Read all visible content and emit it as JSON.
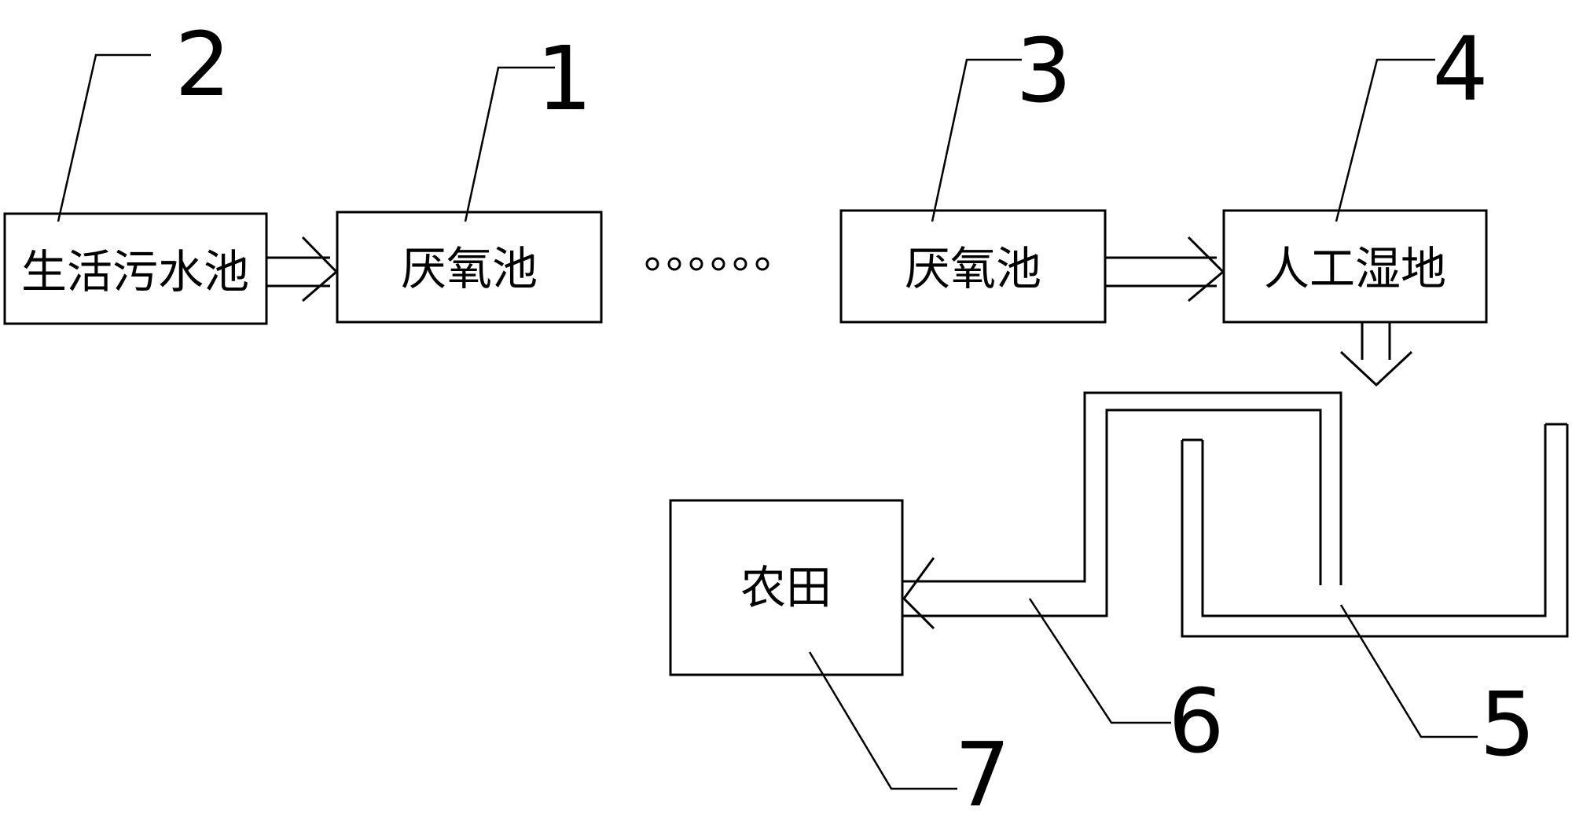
{
  "boxes": {
    "domestic_sewage_tank": "生活污水池",
    "anaerobic_tank_1": "厌氧池",
    "anaerobic_tank_2": "厌氧池",
    "constructed_wetland": "人工湿地",
    "farmland": "农田"
  },
  "ellipsis": "······",
  "callouts": {
    "c1": "1",
    "c2": "2",
    "c3": "3",
    "c4": "4",
    "c5": "5",
    "c6": "6",
    "c7": "7"
  }
}
